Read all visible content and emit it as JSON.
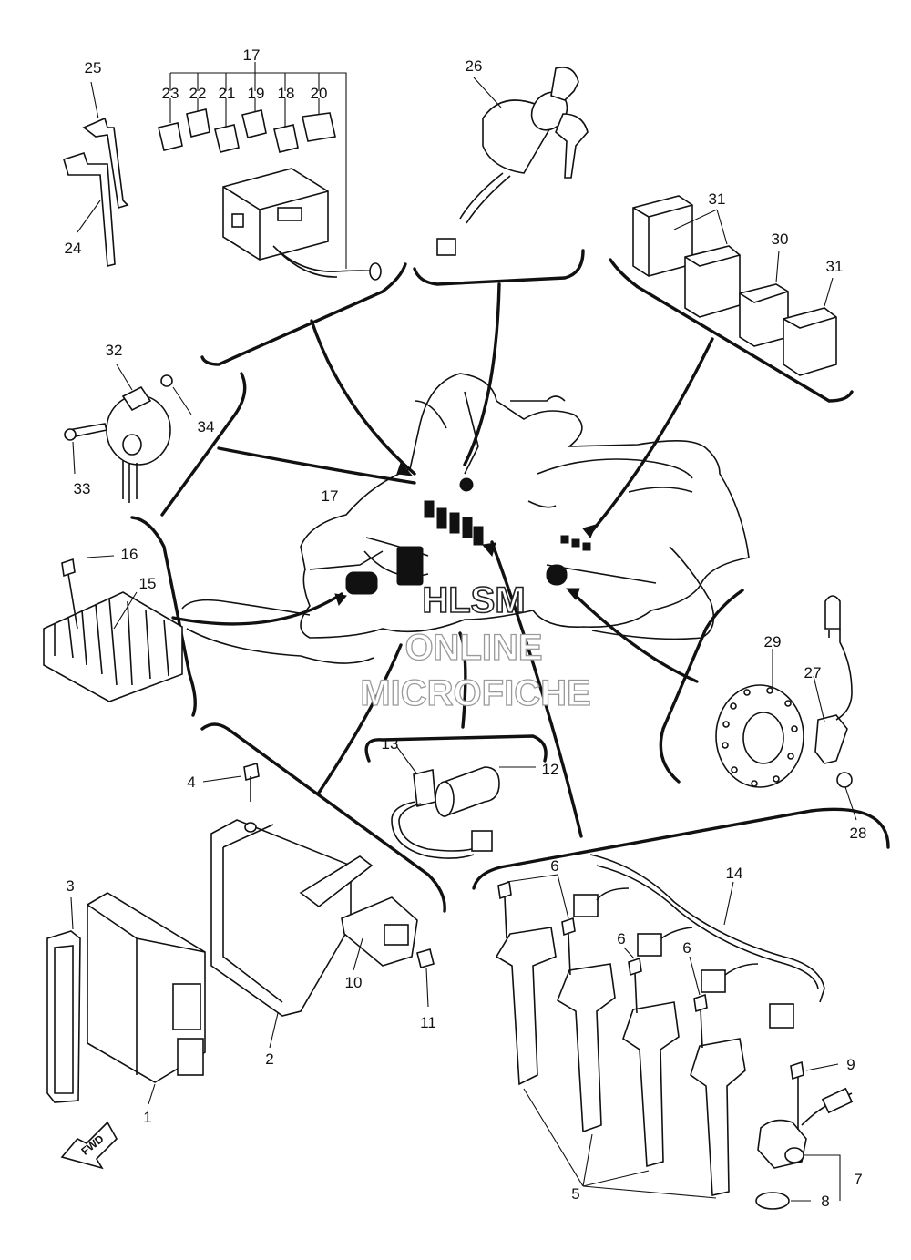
{
  "diagram": {
    "callouts": [
      "1",
      "2",
      "3",
      "4",
      "5",
      "6",
      "7",
      "8",
      "9",
      "10",
      "11",
      "12",
      "13",
      "14",
      "15",
      "16",
      "17",
      "18",
      "19",
      "20",
      "21",
      "22",
      "23",
      "24",
      "25",
      "26",
      "27",
      "28",
      "29",
      "30",
      "31",
      "32",
      "33",
      "34"
    ],
    "fwd_label": "FWD",
    "watermark": {
      "line1": "HLSM",
      "line2": "ONLINE",
      "line3": "MICROFICHE"
    }
  }
}
